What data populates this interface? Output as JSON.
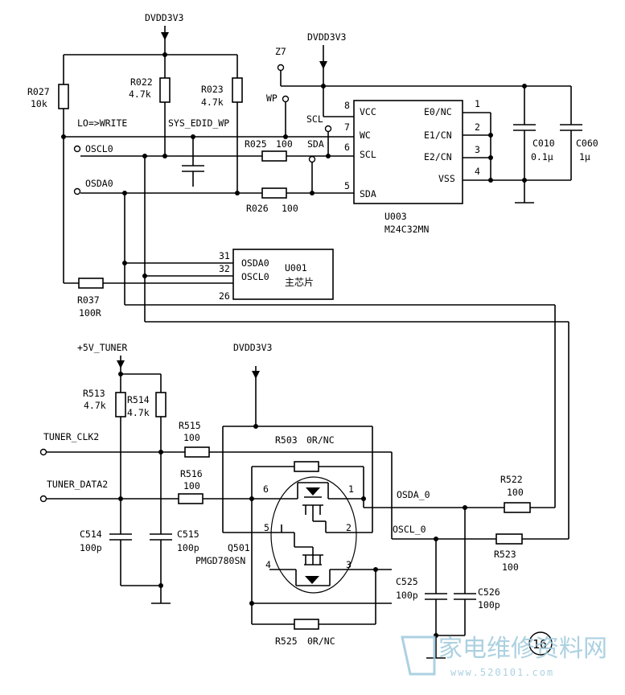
{
  "nets": {
    "dvdd_top": "DVDD3V3",
    "dvdd_eeprom": "DVDD3V3",
    "dvdd_q501": "DVDD3V3",
    "tuner_5v": "+5V_TUNER",
    "oscl0": "OSCL0",
    "osda0": "OSDA0",
    "sys_edid_wp": "SYS_EDID_WP",
    "lo_write": "LO=>WRITE",
    "z7": "Z7",
    "wp": "WP",
    "scl_tp": "SCL",
    "sda_tp": "SDA",
    "tuner_clk": "TUNER_CLK2",
    "tuner_data": "TUNER_DATA2",
    "osda_0": "OSDA_0",
    "oscl_0": "OSCL_0"
  },
  "resistors": {
    "r027": {
      "ref": "R027",
      "value": "10k"
    },
    "r022": {
      "ref": "R022",
      "value": "4.7k"
    },
    "r023": {
      "ref": "R023",
      "value": "4.7k"
    },
    "r025": {
      "ref": "R025",
      "value": "100"
    },
    "r026": {
      "ref": "R026",
      "value": "100"
    },
    "r037": {
      "ref": "R037",
      "value": "100R"
    },
    "r513": {
      "ref": "R513",
      "value": "4.7k"
    },
    "r514": {
      "ref": "R514",
      "value": "4.7k"
    },
    "r515": {
      "ref": "R515",
      "value": "100"
    },
    "r516": {
      "ref": "R516",
      "value": "100"
    },
    "r503": {
      "ref": "R503",
      "value": "0R/NC"
    },
    "r525": {
      "ref": "R525",
      "value": "0R/NC"
    },
    "r522": {
      "ref": "R522",
      "value": "100"
    },
    "r523": {
      "ref": "R523",
      "value": "100"
    }
  },
  "capacitors": {
    "c010": {
      "ref": "C010",
      "value": "0.1μ"
    },
    "c060": {
      "ref": "C060",
      "value": "1μ"
    },
    "c514": {
      "ref": "C514",
      "value": "100p"
    },
    "c515": {
      "ref": "C515",
      "value": "100p"
    },
    "c525": {
      "ref": "C525",
      "value": "100p"
    },
    "c526": {
      "ref": "C526",
      "value": "100p"
    }
  },
  "u003": {
    "ref": "U003",
    "part": "M24C32MN",
    "pins": [
      {
        "num": "8",
        "name": "VCC"
      },
      {
        "num": "7",
        "name": "WC"
      },
      {
        "num": "6",
        "name": "SCL"
      },
      {
        "num": "5",
        "name": "SDA"
      },
      {
        "num": "1",
        "name": "E0/NC"
      },
      {
        "num": "2",
        "name": "E1/CN"
      },
      {
        "num": "3",
        "name": "E2/CN"
      },
      {
        "num": "4",
        "name": "VSS"
      }
    ]
  },
  "u001": {
    "ref": "U001",
    "desc": "主芯片",
    "pins": [
      {
        "num": "31",
        "name": "OSDA0"
      },
      {
        "num": "32",
        "name": "OSCL0"
      },
      {
        "num": "26",
        "name": ""
      }
    ]
  },
  "q501": {
    "ref": "Q501",
    "part": "PMGD780SN",
    "pins": [
      "1",
      "2",
      "3",
      "4",
      "5",
      "6"
    ]
  },
  "page_marker": "16",
  "watermark": {
    "text": "家电维修资料网",
    "url": "www.520101.com"
  }
}
